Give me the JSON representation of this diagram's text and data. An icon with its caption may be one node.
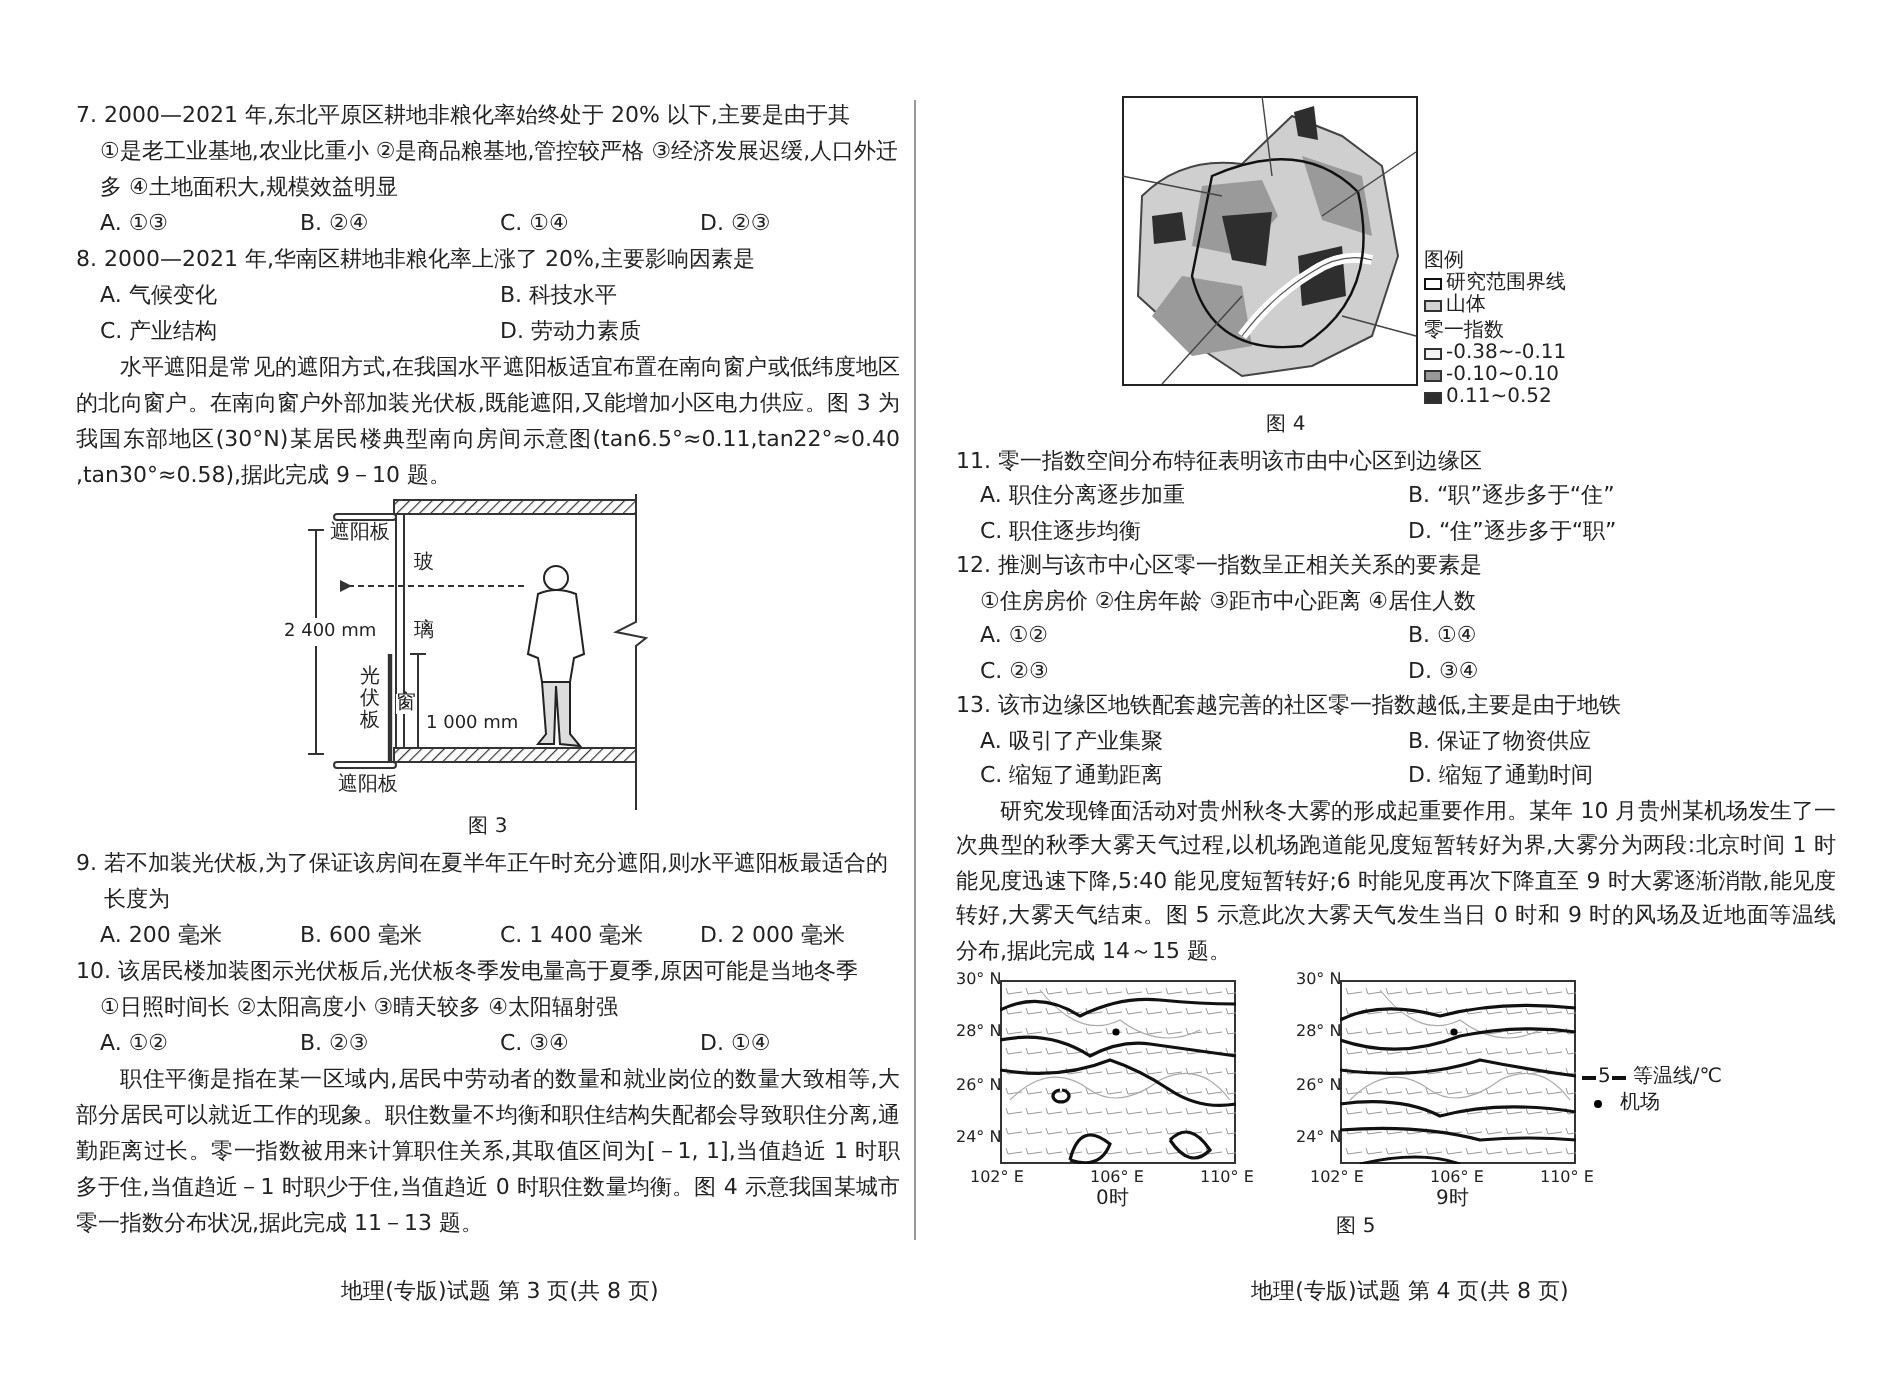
{
  "diagram": {
    "labels": [
      "7. 2000—2021 年,东北平原区耕地非粮化率始终处于 20% 以下,主要是由于其",
      "①是老工业基地,农业比重小 ②是商品粮基地,管控较严格 ③经济发展迟缓,人口外迁多 ④土地面积大,规模效益明显",
      "A. ①③",
      "B. ②④",
      "C. ①④",
      "D. ②③",
      "8. 2000—2021 年,华南区耕地非粮化率上涨了 20%,主要影响因素是",
      "A. 气候变化",
      "B. 科技水平",
      "C. 产业结构",
      "D. 劳动力素质",
      "水平遮阳是常见的遮阳方式,在我国水平遮阳板适宜布置在南向窗户或低纬度地区的北向窗户。在南向窗户外部加装光伏板,既能遮阳,又能增加小区电力供应。图 3 为我国东部地区(30°N)某居民楼典型南向房间示意图(tan6.5°≈0.11,tan22°≈0.40 ,tan30°≈0.58),据此完成 9－10 题。",
      "遮阳板",
      "玻",
      "2 400 mm",
      "璃",
      "光伏板",
      "窗",
      "1 000 mm",
      "遮阳板",
      "图 3",
      "9. 若不加装光伏板,为了保证该房间在夏半年正午时充分遮阳,则水平遮阳板最适合的长度为",
      "A. 200 毫米",
      "B. 600 毫米",
      "C. 1 400 毫米",
      "D. 2 000 毫米",
      "10. 该居民楼加装图示光伏板后,光伏板冬季发电量高于夏季,原因可能是当地冬季",
      "①日照时间长 ②太阳高度小 ③晴天较多 ④太阳辐射强",
      "A. ①②",
      "B. ②③",
      "C. ③④",
      "D. ①④",
      "职住平衡是指在某一区域内,居民中劳动者的数量和就业岗位的数量大致相等,大部分居民可以就近工作的现象。职住数量不均衡和职住结构失配都会导致职住分离,通勤距离过长。零一指数被用来计算职住关系,其取值区间为[－1, 1],当值趋近 1 时职多于住,当值趋近－1 时职少于住,当值趋近 0 时职住数量均衡。图 4 示意我国某城市零一指数分布状况,据此完成 11－13 题。",
      "地理(专版)试题 第 3 页(共 8 页)",
      "图例",
      "零一指数",
      "图 4",
      "11. 零一指数空间分布特征表明该市由中心区到边缘区",
      "A. 职住分离逐步加重",
      "B. “职”逐步多于“住”",
      "C. 职住逐步均衡",
      "D. “住”逐步多于“职”",
      "12. 推测与该市中心区零一指数呈正相关关系的要素是",
      "①住房房价 ②住房年龄 ③距市中心距离 ④居住人数",
      "A. ①②",
      "B. ①④",
      "C. ②③",
      "D. ③④",
      "13. 该市边缘区地铁配套越完善的社区零一指数越低,主要是由于地铁",
      "A. 吸引了产业集聚",
      "B. 保证了物资供应",
      "C. 缩短了通勤距离",
      "D. 缩短了通勤时间",
      "研究发现锋面活动对贵州秋冬大雾的形成起重要作用。某年 10 月贵州某机场发生了一次典型的秋季大雾天气过程,以机场跑道能见度短暂转好为界,大雾分为两段:北京时间 1 时能见度迅速下降,5:40 能见度短暂转好;6 时能见度再次下降直至 9 时大雾逐渐消散,能见度转好,大雾天气结束。图 5 示意此次大雾天气发生当日 0 时和 9 时的风场及近地面等温线分布,据此完成 14～15 题。",
      "30° N",
      "28° N",
      "26° N",
      "24° N",
      "102° E",
      "106° E",
      "110° E",
      "0时",
      "30° N",
      "28° N",
      "26° N",
      "24° N",
      "102° E",
      "106° E",
      "110° E",
      "9时",
      "5",
      "图 5",
      "地理(专版)试题 第 4 页(共 8 页)"
    ],
    "legend": [
      {
        "text": "研究范围界线"
      },
      {
        "text": "山体",
        "color": "#d4d4d4"
      },
      {
        "text": "-0.38~-0.11",
        "color": "#f4f4f4"
      },
      {
        "text": "-0.10~0.10",
        "color": "#9a9a9a"
      },
      {
        "text": "0.11~0.52",
        "color": "#2e2e2e"
      },
      {
        "text": "等温线/℃"
      },
      {
        "text": "机场"
      }
    ]
  }
}
